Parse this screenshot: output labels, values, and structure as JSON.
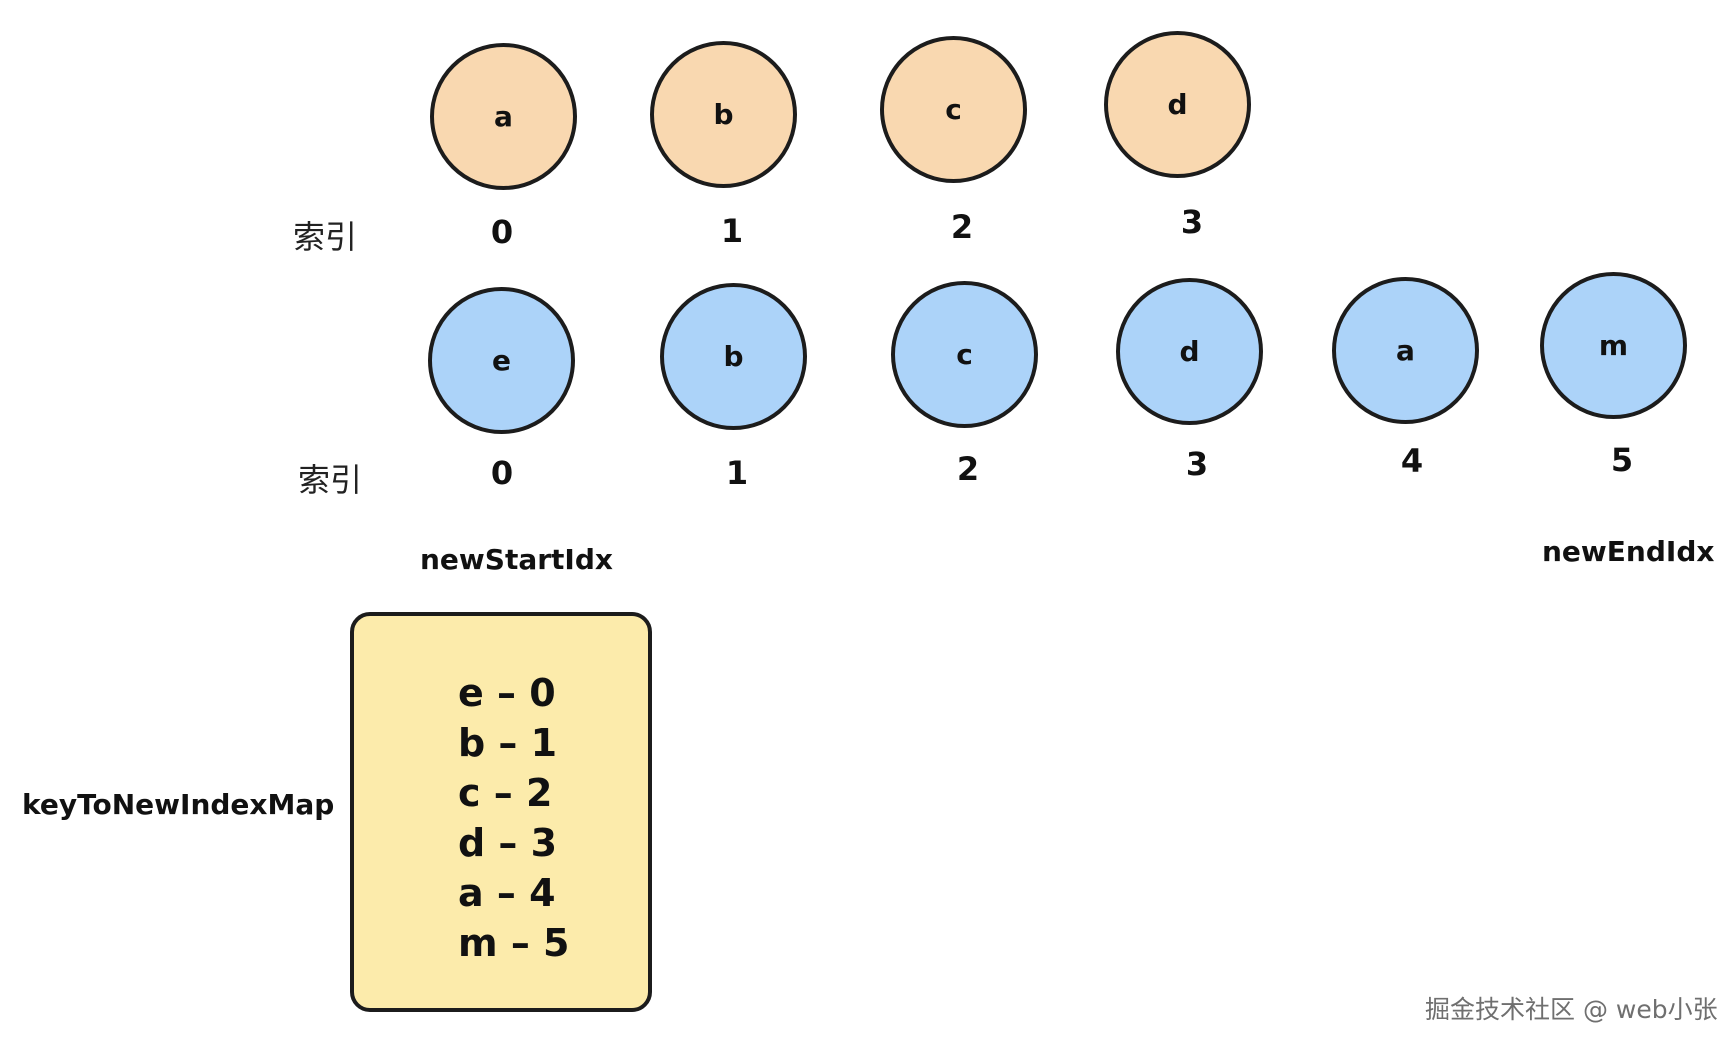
{
  "old_children": [
    {
      "key": "a",
      "index": "0"
    },
    {
      "key": "b",
      "index": "1"
    },
    {
      "key": "c",
      "index": "2"
    },
    {
      "key": "d",
      "index": "3"
    }
  ],
  "new_children": [
    {
      "key": "e",
      "index": "0"
    },
    {
      "key": "b",
      "index": "1"
    },
    {
      "key": "c",
      "index": "2"
    },
    {
      "key": "d",
      "index": "3"
    },
    {
      "key": "a",
      "index": "4"
    },
    {
      "key": "m",
      "index": "5"
    }
  ],
  "index_label": "索引",
  "pointers": {
    "start": "newStartIdx",
    "end": "newEndIdx"
  },
  "map": {
    "label": "keyToNewIndexMap",
    "entries": [
      "e – 0",
      "b – 1",
      "c – 2",
      "d – 3",
      "a – 4",
      "m – 5"
    ]
  },
  "watermark": "掘金技术社区 @ web小张",
  "colors": {
    "old_fill": "#f9d8b0",
    "new_fill": "#acd3f9",
    "map_fill": "#fcebab",
    "stroke": "#1c1c1c"
  }
}
